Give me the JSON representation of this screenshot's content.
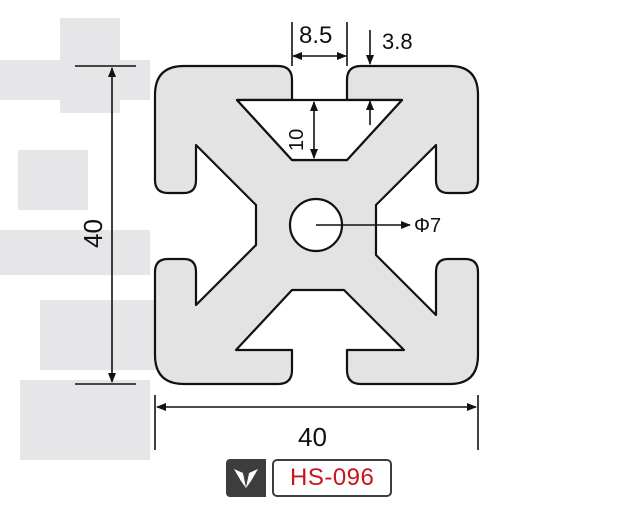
{
  "drawing": {
    "dimensions": {
      "slot_width": "8.5",
      "lip_thickness": "3.8",
      "slot_depth": "10",
      "height": "40",
      "width": "40",
      "bore": "Φ7"
    }
  },
  "footer": {
    "logo_icon": "wing-logo-icon",
    "product_code": "HS-096"
  },
  "colors": {
    "profile_fill": "#e3e3e3",
    "outline": "#111111",
    "watermark": "#e6e6e9",
    "code_text": "#c8141e",
    "frame": "#3d3d3d"
  }
}
